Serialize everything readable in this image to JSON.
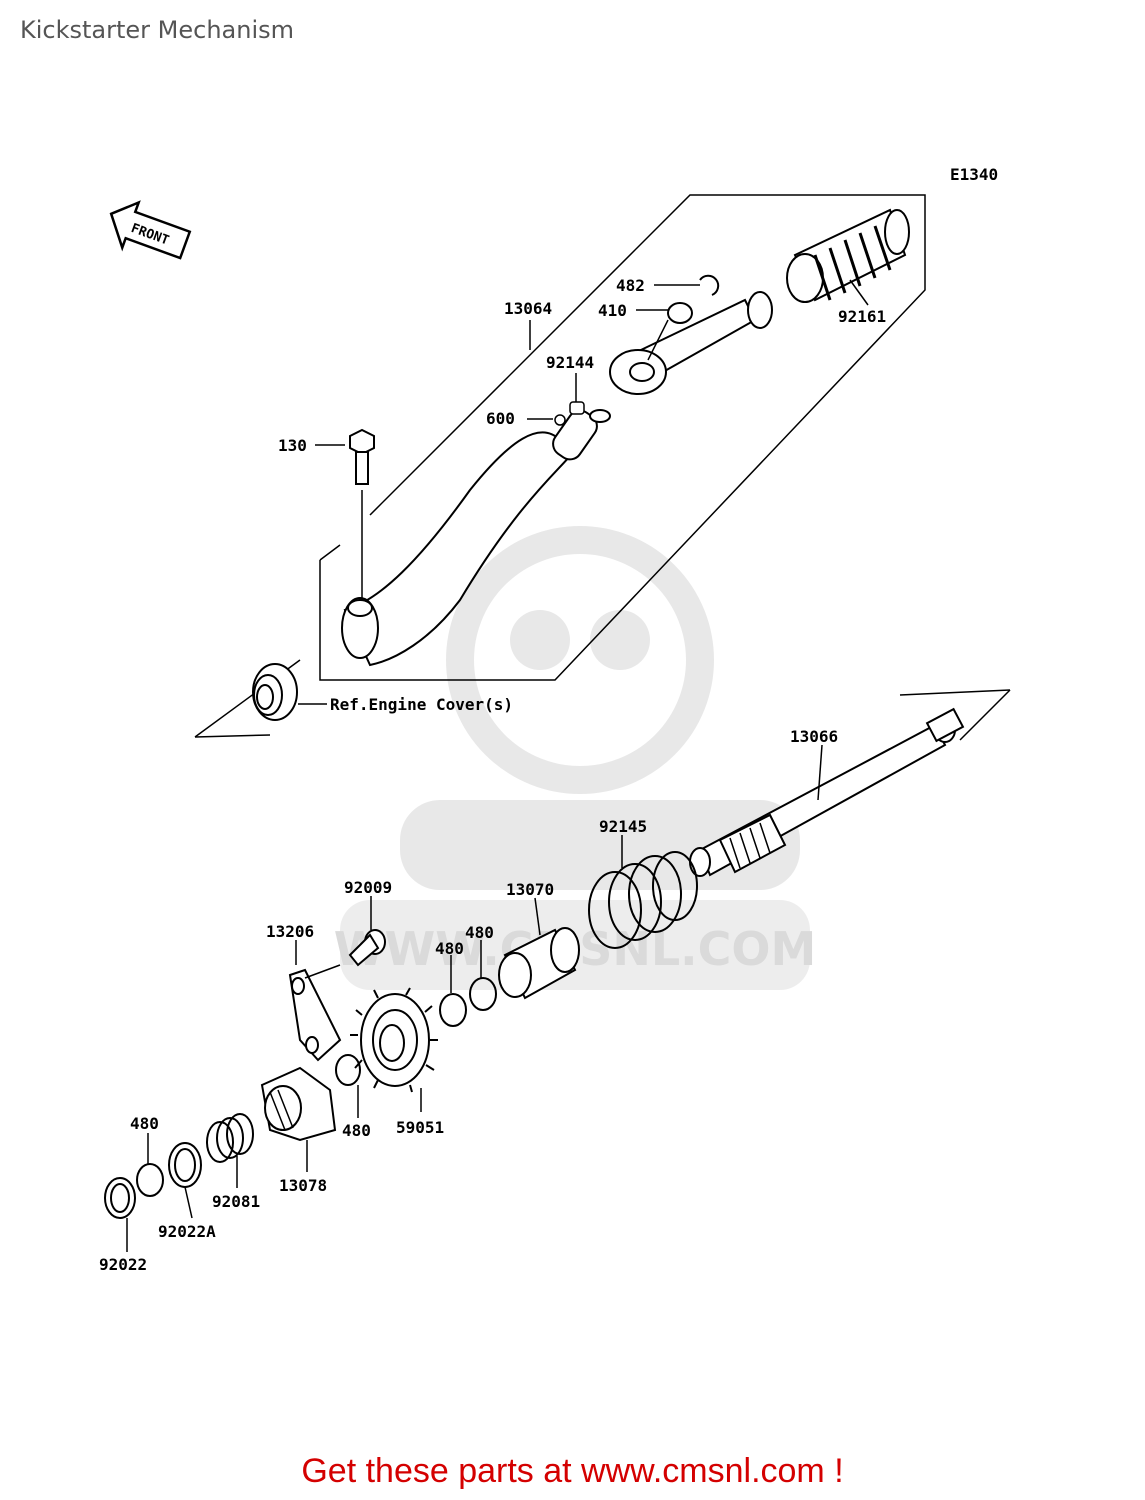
{
  "header": {
    "title": "Kickstarter Mechanism"
  },
  "diagram": {
    "code": "E1340",
    "front_label": "FRONT",
    "watermark": "WWW.CMSNL.COM",
    "ref_note": "Ref.Engine Cover(s)",
    "labels": {
      "p13064": "13064",
      "p482": "482",
      "p410": "410",
      "p92161": "92161",
      "p92144": "92144",
      "p600": "600",
      "p130": "130",
      "p13066": "13066",
      "p92145": "92145",
      "p13070": "13070",
      "p92009": "92009",
      "p13206": "13206",
      "p480a": "480",
      "p480b": "480",
      "p480c": "480",
      "p480d": "480",
      "p59051": "59051",
      "p13078": "13078",
      "p92081": "92081",
      "p92022a": "92022A",
      "p92022": "92022"
    }
  },
  "footer": {
    "text": "Get these parts at www.cmsnl.com !"
  },
  "colors": {
    "footer": "#d40000",
    "lines": "#000000",
    "watermark": "#e6e6e6"
  }
}
